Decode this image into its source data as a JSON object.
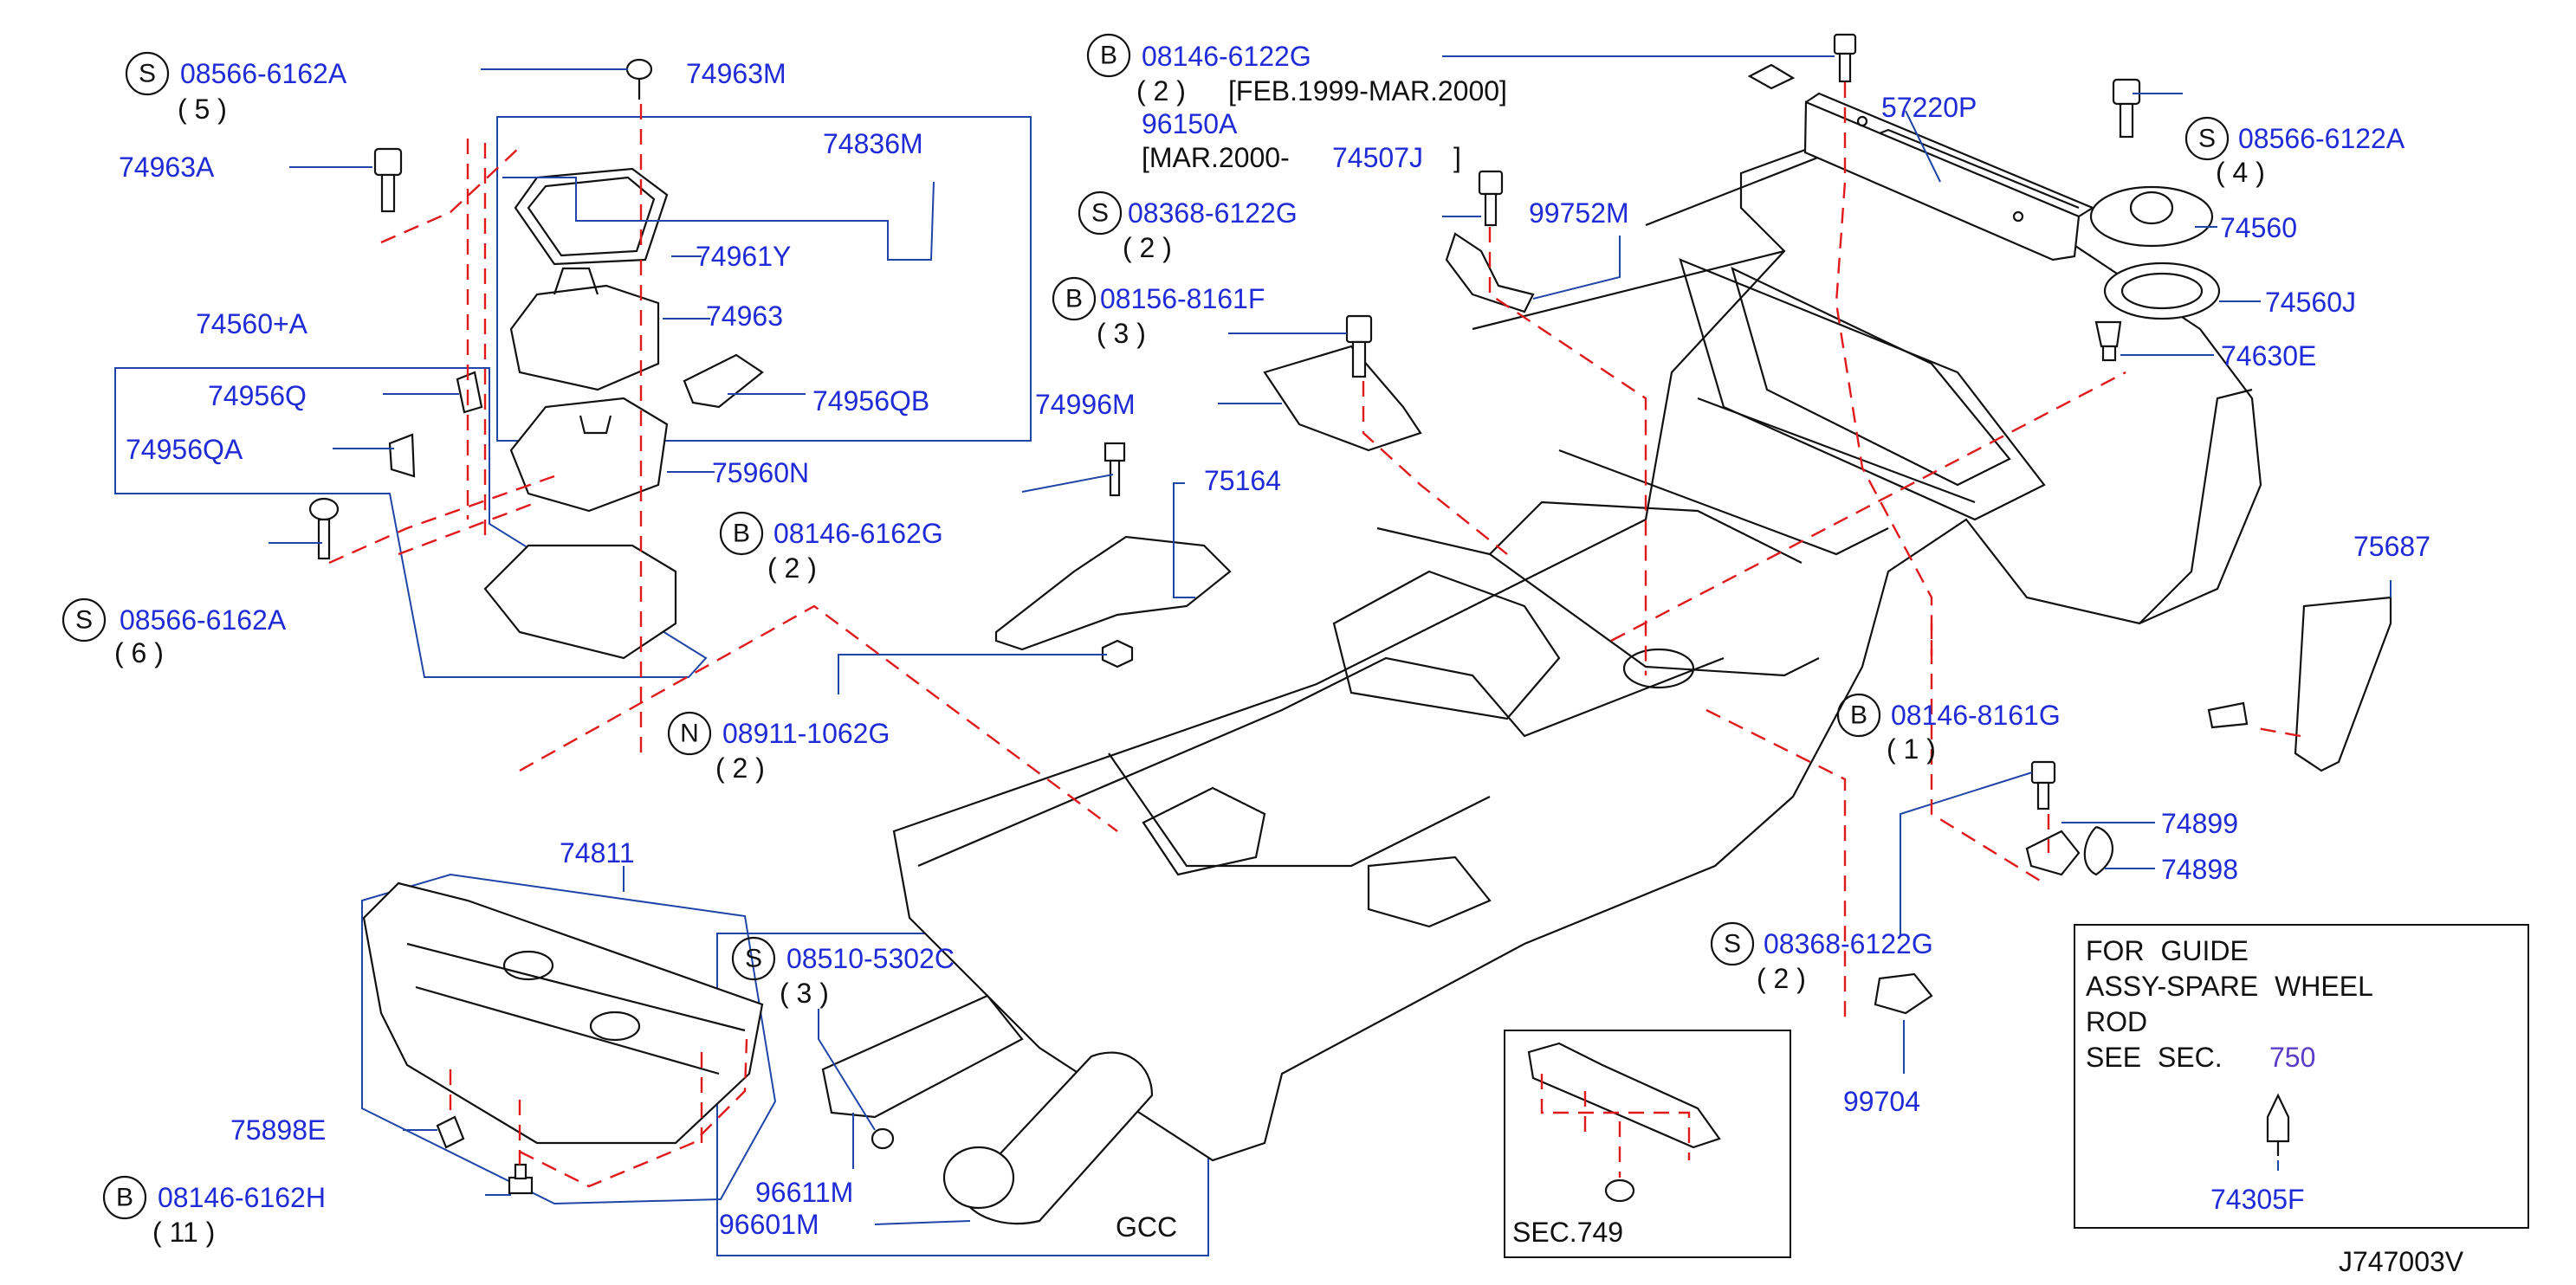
{
  "diagram_id": "J747003V",
  "parts": {
    "p_08566_6162A_top": "08566-6162A",
    "p_08566_6162A_top_qty": "( 5 )",
    "p_74963A": "74963A",
    "p_74963M": "74963M",
    "p_74836M": "74836M",
    "p_74961Y": "74961Y",
    "p_74963": "74963",
    "p_74956QB": "74956QB",
    "p_74560A": "74560+A",
    "p_74956Q": "74956Q",
    "p_74956QA": "74956QA",
    "p_75960N": "75960N",
    "p_08566_6162A_low": "08566-6162A",
    "p_08566_6162A_low_qty": "( 6 )",
    "p_08146_6162G": "08146-6162G",
    "p_08146_6162G_qty": "( 2 )",
    "p_08911_1062G": "08911-1062G",
    "p_08911_1062G_qty": "( 2 )",
    "p_08146_6122G": "08146-6122G",
    "p_08146_6122G_qty": "( 2 )",
    "p_feb1999": "[FEB.1999-MAR.2000]",
    "p_96150A": "96150A",
    "p_mar2000": "[MAR.2000-",
    "p_74507J": "74507J",
    "p_bracket_close": "]",
    "p_08368_6122G_top": "08368-6122G",
    "p_08368_6122G_top_qty": "( 2 )",
    "p_99752M": "99752M",
    "p_08156_8161F": "08156-8161F",
    "p_08156_8161F_qty": "( 3 )",
    "p_74996M": "74996M",
    "p_75164": "75164",
    "p_57220P": "57220P",
    "p_08566_6122A": "08566-6122A",
    "p_08566_6122A_qty": "( 4 )",
    "p_74560": "74560",
    "p_74560J": "74560J",
    "p_74630E": "74630E",
    "p_75687": "75687",
    "p_08146_8161G": "08146-8161G",
    "p_08146_8161G_qty": "( 1 )",
    "p_74899": "74899",
    "p_74898": "74898",
    "p_08368_6122G_low": "08368-6122G",
    "p_08368_6122G_low_qty": "( 2 )",
    "p_99704": "99704",
    "p_74811": "74811",
    "p_75898E": "75898E",
    "p_08146_6162H": "08146-6162H",
    "p_08146_6162H_qty": "( 11 )",
    "p_08510_5302C": "08510-5302C",
    "p_08510_5302C_qty": "( 3 )",
    "p_96611M": "96611M",
    "p_96601M": "96601M",
    "gcc": "GCC",
    "sec749": "SEC.749",
    "guide_line1": "FOR GUIDE",
    "guide_line2": "ASSY-SPARE WHEEL",
    "guide_line3": "ROD",
    "guide_line4": "SEE SEC.",
    "guide_sec": "750",
    "p_74305F": "74305F"
  },
  "circle_letters": {
    "s": "S",
    "b": "B",
    "n": "N"
  },
  "colors": {
    "part_number": "#1f2bd6",
    "leader": "#1f45a8",
    "dashed": "#e0191b",
    "outline": "#111111"
  }
}
